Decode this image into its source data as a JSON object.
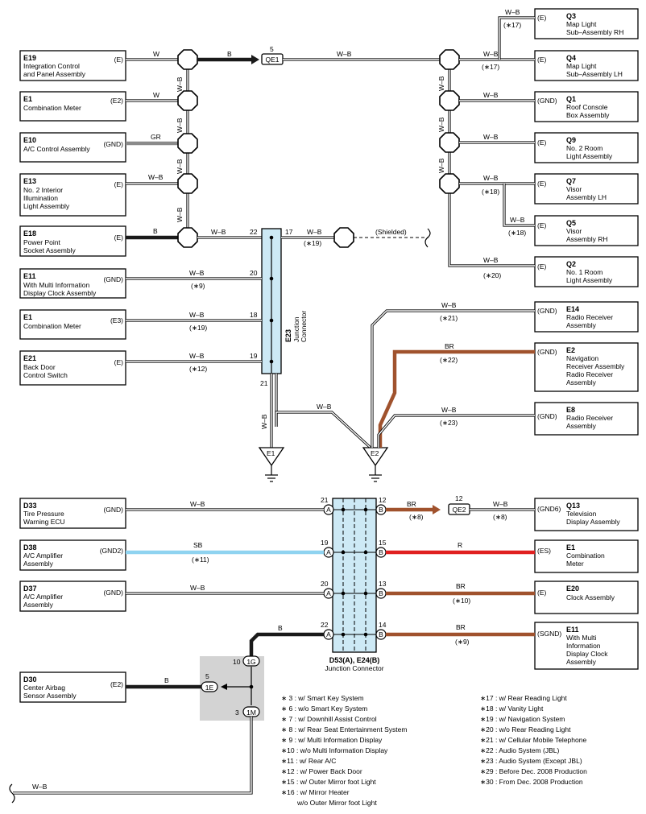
{
  "colors": {
    "wire_black": "#1a1a1a",
    "wire_gray": "#8a8a8a",
    "wire_brown": "#a0522d",
    "wire_red": "#e02020",
    "wire_sky_blue": "#8fd3f0",
    "junction_fill": "#cde9f5",
    "shade": "#d3d3d3"
  },
  "components": {
    "E19": {
      "id": "E19",
      "name1": "Integration Control",
      "name2": "and Panel Assembly",
      "name3": "",
      "ground": "(E)"
    },
    "E1a": {
      "id": "E1",
      "name1": "Combination Meter",
      "name2": "",
      "name3": "",
      "ground": "(E2)"
    },
    "E10": {
      "id": "E10",
      "name1": "A/C Control Assembly",
      "name2": "",
      "name3": "",
      "ground": "(GND)"
    },
    "E13": {
      "id": "E13",
      "name1": "No. 2 Interior",
      "name2": "Illumination",
      "name3": "Light Assembly",
      "ground": "(E)"
    },
    "E18": {
      "id": "E18",
      "name1": "Power Point",
      "name2": "Socket Assembly",
      "name3": "",
      "ground": "(E)"
    },
    "E11a": {
      "id": "E11",
      "name1": "With Multi Information",
      "name2": "Display Clock Assembly",
      "name3": "",
      "ground": "(GND)"
    },
    "E1b": {
      "id": "E1",
      "name1": "Combination Meter",
      "name2": "",
      "name3": "",
      "ground": "(E3)"
    },
    "E21": {
      "id": "E21",
      "name1": "Back Door",
      "name2": "Control Switch",
      "name3": "",
      "ground": "(E)"
    },
    "Q3": {
      "id": "Q3",
      "name1": "Map Light",
      "name2": "Sub–Assembly RH",
      "name3": "",
      "ground": "(E)"
    },
    "Q4": {
      "id": "Q4",
      "name1": "Map Light",
      "name2": "Sub–Assembly LH",
      "name3": "",
      "ground": "(E)"
    },
    "Q1": {
      "id": "Q1",
      "name1": "Roof Console",
      "name2": "Box Assembly",
      "name3": "",
      "ground": "(GND)"
    },
    "Q9": {
      "id": "Q9",
      "name1": "No. 2 Room",
      "name2": "Light Assembly",
      "name3": "",
      "ground": "(E)"
    },
    "Q7": {
      "id": "Q7",
      "name1": "Visor",
      "name2": "Assembly LH",
      "name3": "",
      "ground": "(E)"
    },
    "Q5": {
      "id": "Q5",
      "name1": "Visor",
      "name2": "Assembly RH",
      "name3": "",
      "ground": "(E)"
    },
    "Q2": {
      "id": "Q2",
      "name1": "No. 1 Room",
      "name2": "Light Assembly",
      "name3": "",
      "ground": "(E)"
    },
    "E14": {
      "id": "E14",
      "name1": "Radio Receiver",
      "name2": "Assembly",
      "name3": "",
      "ground": "(GND)"
    },
    "E2": {
      "id": "E2",
      "name1": "Navigation",
      "name2": "Receiver Assembly",
      "name3": "Radio Receiver",
      "name4": "Assembly",
      "ground": "(GND)"
    },
    "E8": {
      "id": "E8",
      "name1": "Radio Receiver",
      "name2": "Assembly",
      "name3": "",
      "ground": "(GND)"
    },
    "D33": {
      "id": "D33",
      "name1": "Tire Pressure",
      "name2": "Warning ECU",
      "name3": "",
      "ground": "(GND)"
    },
    "D38": {
      "id": "D38",
      "name1": "A/C Amplifier",
      "name2": "Assembly",
      "name3": "",
      "ground": "(GND2)"
    },
    "D37": {
      "id": "D37",
      "name1": "A/C Amplifier",
      "name2": "Assembly",
      "name3": "",
      "ground": "(GND)"
    },
    "D30": {
      "id": "D30",
      "name1": "Center Airbag",
      "name2": "Sensor Assembly",
      "name3": "",
      "ground": "(E2)"
    },
    "Q13": {
      "id": "Q13",
      "name1": "Television",
      "name2": "Display Assembly",
      "name3": "",
      "ground": "(GND6)"
    },
    "E1c": {
      "id": "E1",
      "name1": "Combination",
      "name2": "Meter",
      "name3": "",
      "ground": "(ES)"
    },
    "E20": {
      "id": "E20",
      "name1": "Clock Assembly",
      "name2": "",
      "name3": "",
      "ground": "(E)"
    },
    "E11b": {
      "id": "E11",
      "name1": "With Multi",
      "name2": "Information",
      "name3": "Display Clock",
      "name4": "Assembly",
      "ground": "(SGND)"
    }
  },
  "wires": {
    "w": "W",
    "b": "B",
    "wb": "W–B",
    "gr": "GR",
    "br": "BR",
    "sb": "SB",
    "r": "R"
  },
  "connectors": {
    "qe1": "QE1",
    "qe1_pin": "5",
    "qe2": "QE2",
    "qe2_pin": "12",
    "e1_pin": "5",
    "e1": "1E",
    "g1": "1G",
    "g1_pin": "10",
    "m1": "1M",
    "m1_pin": "3",
    "shielded": "(Shielded)",
    "pin_a": "A",
    "pin_b": "B"
  },
  "junction_e23": {
    "id": "E23",
    "label": "Junction",
    "label2": "Connector",
    "pins": {
      "p22": "22",
      "p17": "17",
      "p20": "20",
      "p18": "18",
      "p19": "19",
      "p21": "21"
    }
  },
  "junction_d53": {
    "label": "D53(A), E24(B)",
    "label2": "Junction Connector",
    "pins": {
      "a21": "21",
      "a19": "19",
      "a20": "20",
      "a22": "22",
      "b12": "12",
      "b15": "15",
      "b13": "13",
      "b14": "14"
    }
  },
  "grounds": {
    "e1": "E1",
    "e2": "E2"
  },
  "refs": {
    "r17": "(∗17)",
    "r18": "(∗18)",
    "r19": "(∗19)",
    "r20": "(∗20)",
    "r21": "(∗21)",
    "r22": "(∗22)",
    "r23": "(∗23)",
    "r9": "(∗9)",
    "r12": "(∗12)",
    "r8": "(∗8)",
    "r11": "(∗11)",
    "r10": "(∗10)"
  },
  "notes_left": [
    "∗ 3 : w/ Smart Key System",
    "∗ 6 : w/o Smart Key System",
    "∗ 7 : w/ Downhill Assist Control",
    "∗ 8 : w/ Rear Seat Entertainment System",
    "∗ 9 : w/ Multi Information Display",
    "∗10 : w/o Multi Information Display",
    "∗11 : w/ Rear A/C",
    "∗12 : w/ Power Back Door",
    "∗15 : w/ Outer Mirror foot Light",
    "∗16 : w/ Mirror Heater",
    "w/o Outer Mirror foot Light"
  ],
  "notes_right": [
    "∗17 : w/ Rear Reading Light",
    "∗18 : w/ Vanity Light",
    "∗19 : w/ Navigation System",
    "∗20 : w/o Rear Reading Light",
    "∗21 : w/ Cellular Mobile Telephone",
    "∗22 : Audio System (JBL)",
    "∗23 : Audio System (Except JBL)",
    "∗29 : Before Dec.  2008 Production",
    "∗30 : From Dec.  2008 Production"
  ]
}
